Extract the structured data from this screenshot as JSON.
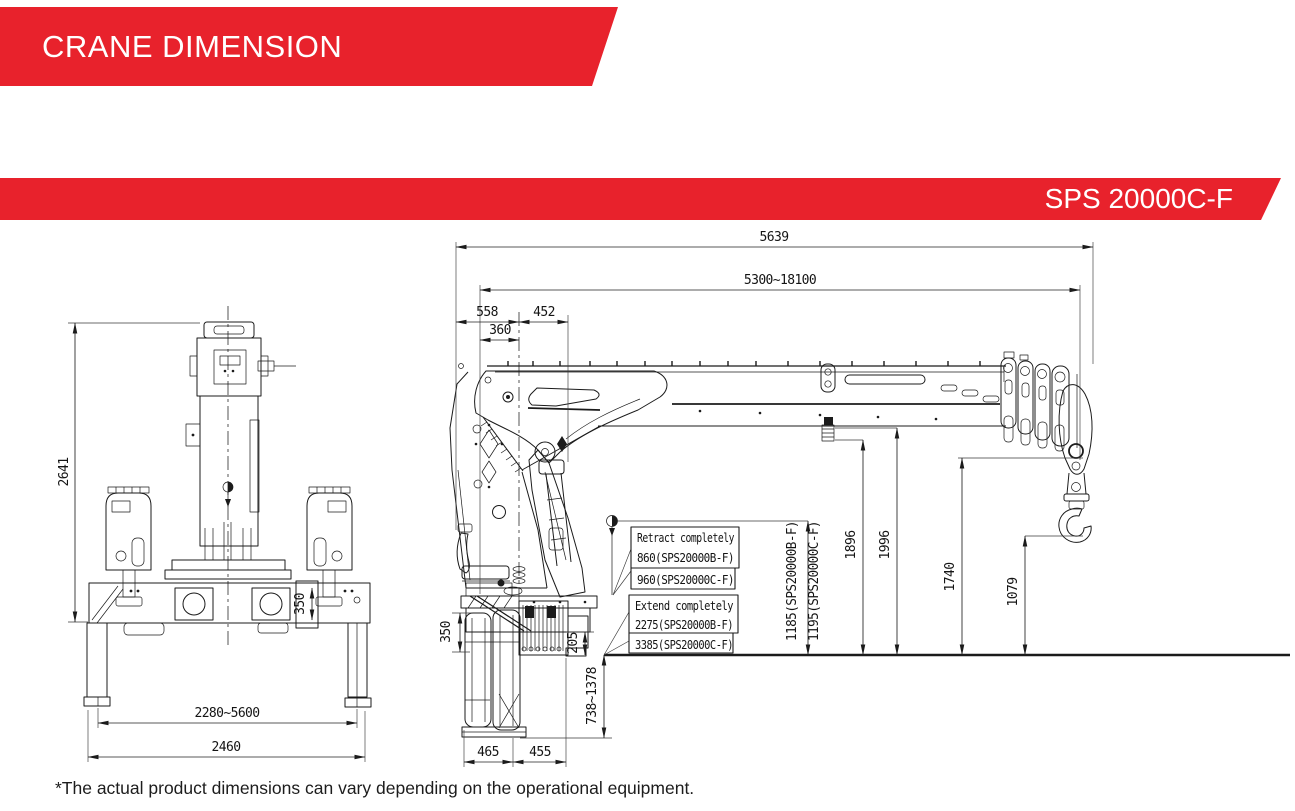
{
  "page": {
    "header_title": "CRANE DIMENSION",
    "model": "SPS 20000C-F",
    "footnote": "*The actual product dimensions can vary depending on the operational equipment.",
    "colors": {
      "accent_red": "#e8222c",
      "ink": "#1b1b1b"
    }
  },
  "front_view": {
    "label": "crane front view",
    "dims": {
      "overall_height": "2641",
      "outrigger_span": "2280~5600",
      "chassis_width": "2460",
      "frame_height": "350"
    }
  },
  "side_view": {
    "label": "crane side view",
    "dims": {
      "overall_length": "5639",
      "boom_extension_range": "5300~18100",
      "front_section": "558",
      "rear_section": "452",
      "column_offset": "360",
      "stowed_height_b": "1185(SPS20000B-F)",
      "stowed_height_c": "1195(SPS20000C-F)",
      "boom_rest_height": "1896",
      "boom_bottom_height": "1996",
      "tip_height": "1740",
      "hook_height": "1079",
      "mount_height": "350",
      "frame_clearance": "205",
      "ground_clearance": "738~1378",
      "base_width_front": "465",
      "base_width_rear": "455"
    },
    "callouts": {
      "retract": {
        "title": "Retract completely",
        "value_b": "860(SPS20000B-F)",
        "value_c": "960(SPS20000C-F)"
      },
      "extend": {
        "title": "Extend completely",
        "value_b": "2275(SPS20000B-F)",
        "value_c": "3385(SPS20000C-F)"
      }
    }
  }
}
